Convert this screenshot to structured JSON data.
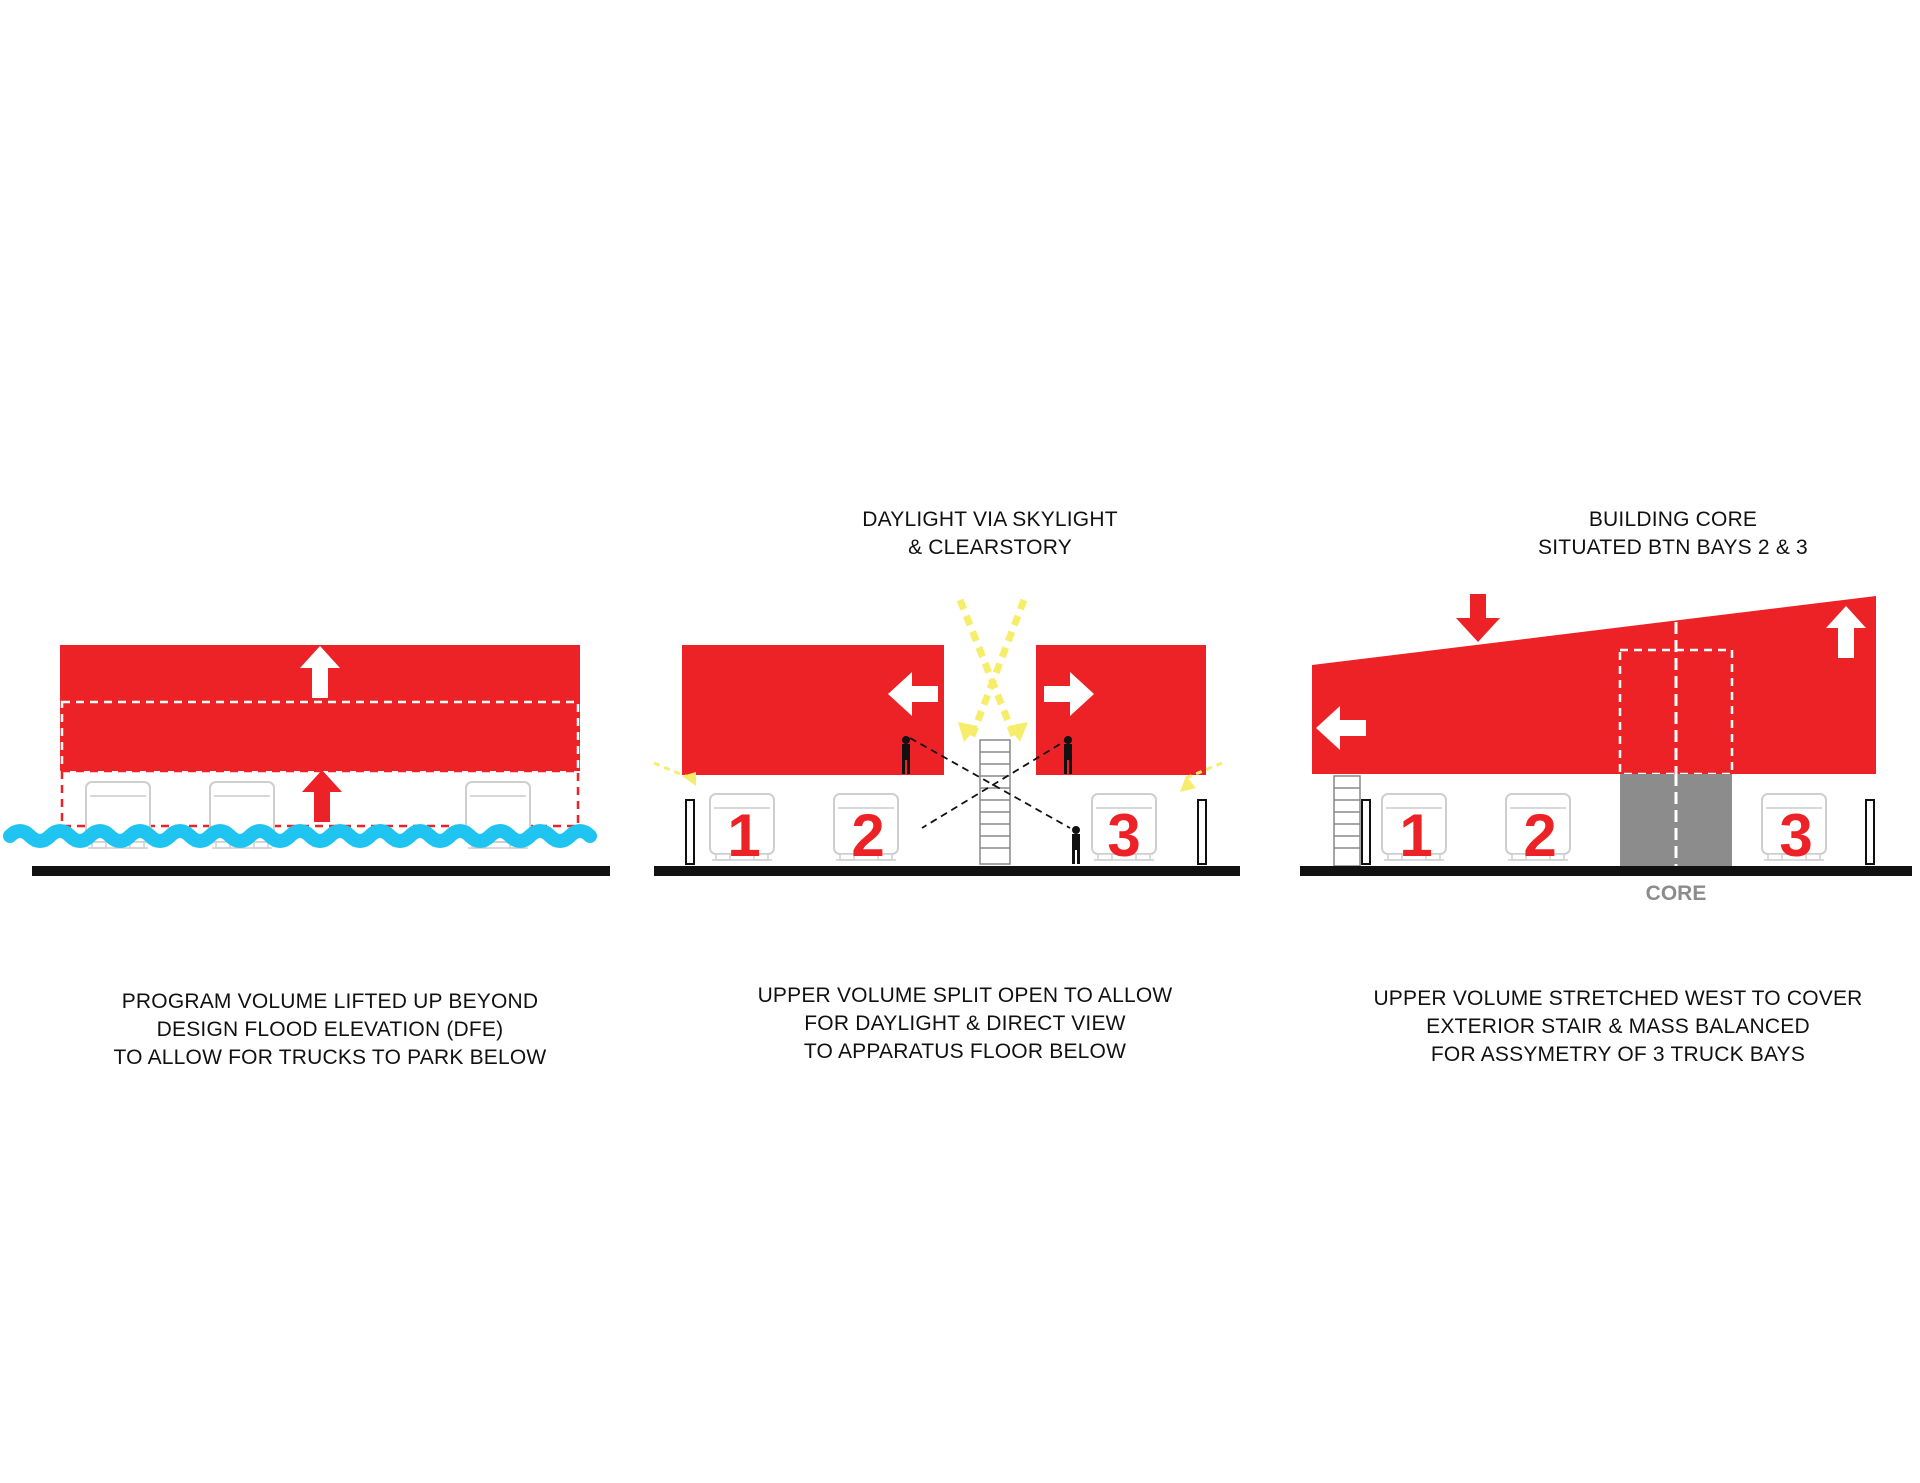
{
  "colors": {
    "red": "#ec2227",
    "white": "#ffffff",
    "black": "#111111",
    "water": "#1fc4f0",
    "daylight": "#f6ee6a",
    "core_gray": "#8c8c8c",
    "truck_outline": "#cfcfcf"
  },
  "panel1": {
    "caption": [
      "PROGRAM VOLUME LIFTED UP BEYOND",
      "DESIGN FLOOD ELEVATION (DFE)",
      "TO ALLOW FOR TRUCKS TO PARK BELOW"
    ]
  },
  "panel2": {
    "top_label": [
      "DAYLIGHT VIA SKYLIGHT",
      "& CLEARSTORY"
    ],
    "caption": [
      "UPPER VOLUME SPLIT OPEN TO ALLOW",
      "FOR DAYLIGHT & DIRECT VIEW",
      "TO APPARATUS FLOOR BELOW"
    ],
    "bays": [
      "1",
      "2",
      "3"
    ]
  },
  "panel3": {
    "top_label": [
      "BUILDING CORE",
      "SITUATED BTN BAYS 2 & 3"
    ],
    "caption": [
      "UPPER VOLUME STRETCHED WEST TO COVER",
      "EXTERIOR STAIR & MASS BALANCED",
      "FOR ASSYMETRY OF 3 TRUCK BAYS"
    ],
    "bays": [
      "1",
      "2",
      "3"
    ],
    "core_label": "CORE"
  }
}
